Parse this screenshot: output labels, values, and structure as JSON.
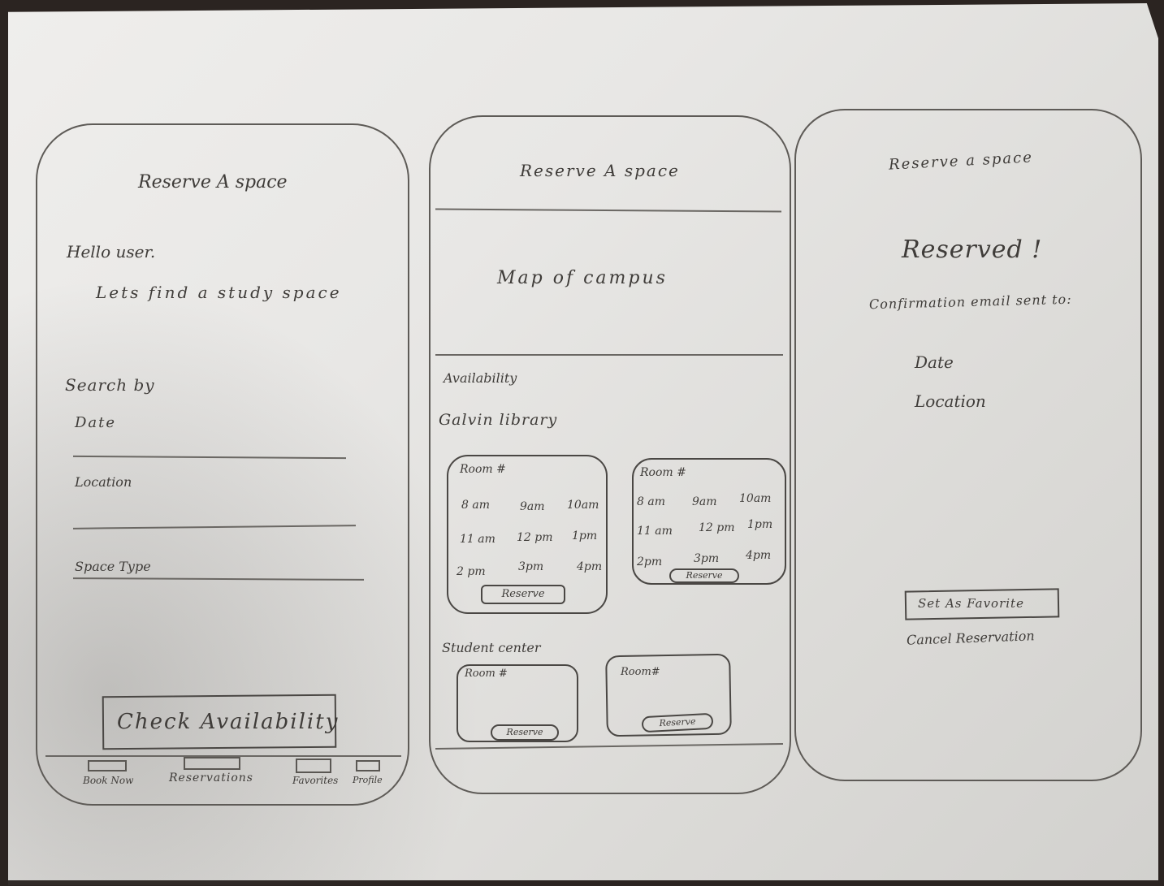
{
  "screen1": {
    "title": "Reserve A space",
    "greeting": "Hello user.",
    "subtitle": "Lets find a study space",
    "search_by": "Search by",
    "date_label": "Date",
    "location_label": "Location",
    "space_type_label": "Space Type",
    "check_button": "Check Availability",
    "nav": {
      "book_now": "Book Now",
      "reservations": "Reservations",
      "favorites": "Favorites",
      "profile": "Profile"
    }
  },
  "screen2": {
    "title": "Reserve A space",
    "map": "Map of campus",
    "availability": "Availability",
    "galvin": "Galvin library",
    "room_label": "Room #",
    "room_label2": "Room #",
    "times": [
      "8 am",
      "9am",
      "10am",
      "11 am",
      "12 pm",
      "1pm",
      "2 pm",
      "3pm",
      "4pm"
    ],
    "times2": [
      "8 am",
      "9am",
      "10am",
      "11 am",
      "12 pm",
      "1pm",
      "2pm",
      "3pm",
      "4pm"
    ],
    "reserve": "Reserve",
    "student_center": "Student center",
    "room_label3": "Room #",
    "room_label4": "Room#"
  },
  "screen3": {
    "title": "Reserve a space",
    "reserved": "Reserved !",
    "confirmation": "Confirmation email sent to:",
    "date": "Date",
    "location": "Location",
    "favorite_button": "Set As Favorite",
    "cancel": "Cancel Reservation"
  }
}
